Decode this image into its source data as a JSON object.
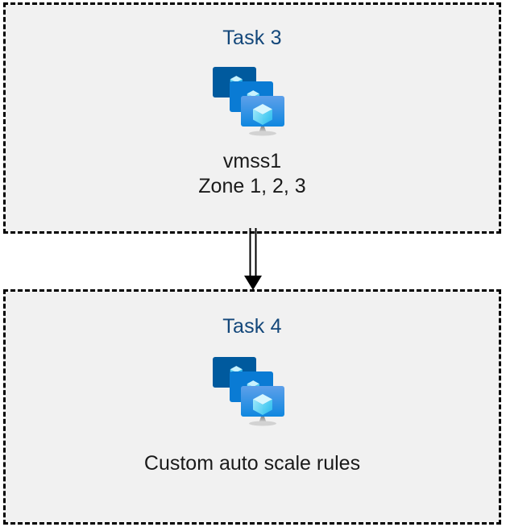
{
  "diagram": {
    "type": "flow",
    "background_color": "#ffffff",
    "box_fill_color": "#f1f1f1",
    "box_border_color": "#000000",
    "title_color": "#13477a",
    "caption_color": "#1a1a1a",
    "connector_color": "#000000",
    "nodes": [
      {
        "id": "task3",
        "title": "Task 3",
        "icon": "vmss-icon",
        "icon_label": "Virtual machine scale set",
        "caption_lines": [
          "vmss1",
          "Zone 1, 2, 3"
        ],
        "caption": "vmss1\nZone 1, 2, 3"
      },
      {
        "id": "task4",
        "title": "Task 4",
        "icon": "vmss-icon",
        "icon_label": "Virtual machine scale set",
        "caption_lines": [
          "Custom auto scale rules"
        ],
        "caption": "Custom auto scale rules"
      }
    ],
    "edges": [
      {
        "id": "task3-to-task4",
        "from": "task3",
        "to": "task4",
        "style": "double-line",
        "arrowhead": "filled-triangle",
        "direction": "down"
      }
    ]
  },
  "icon_colors": {
    "monitor_back": "#005A9E",
    "monitor_mid": "#0A7BD4",
    "monitor_front_top": "#5EA0EA",
    "monitor_front_bottom": "#0F87DF",
    "cube_light": "#C3F1FD",
    "cube_mid": "#7FE0F7",
    "cube_dark": "#32BEEF",
    "stand": "#A6A6A6"
  }
}
